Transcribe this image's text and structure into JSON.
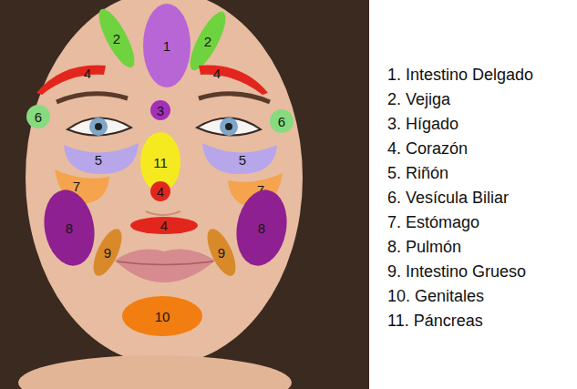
{
  "diagram": {
    "nodes": [
      {
        "text": [
          "1"
        ]
      },
      {
        "text": [
          "2"
        ]
      },
      {
        "text": [
          "2"
        ]
      },
      {
        "text": [
          "4"
        ]
      },
      {
        "text": [
          "4"
        ]
      },
      {
        "text": [
          "6"
        ]
      },
      {
        "text": [
          "3"
        ]
      },
      {
        "text": [
          "6"
        ]
      },
      {
        "text": [
          "5"
        ]
      },
      {
        "text": [
          "11"
        ]
      },
      {
        "text": [
          "5"
        ]
      },
      {
        "text": [
          "7"
        ]
      },
      {
        "text": [
          "7"
        ]
      },
      {
        "text": [
          "4"
        ]
      },
      {
        "text": [
          "8"
        ]
      },
      {
        "text": [
          "4"
        ]
      },
      {
        "text": [
          "8"
        ]
      },
      {
        "text": [
          "9"
        ]
      },
      {
        "text": [
          "9"
        ]
      },
      {
        "text": [
          "10"
        ]
      }
    ],
    "labels": [
      "1. Intestino Delgado",
      "2. Vejiga",
      "3. Hígado",
      "4. Corazón",
      "5. Riñón",
      "6. Vesícula Biliar",
      "7. Estómago",
      "8. Pulmón",
      "9. Intestino Grueso",
      "10. Genitales",
      "11. Páncreas"
    ]
  }
}
